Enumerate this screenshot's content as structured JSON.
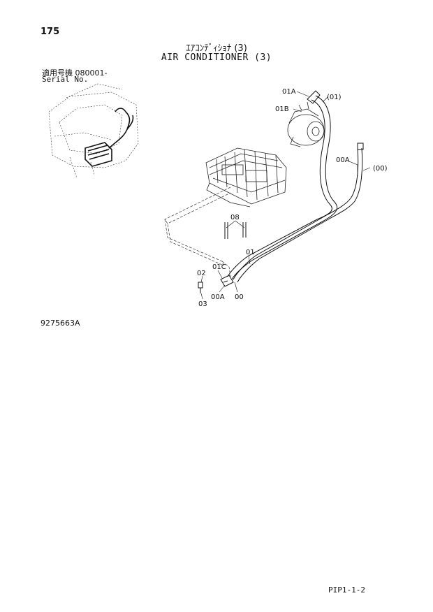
{
  "header": {
    "page_number": "175",
    "title_jp": "ｴｱｺﾝﾃﾞｨｼｮﾅ (3)",
    "title_en": "AIR CONDITIONER (3)",
    "serial_label_jp": "適用号機  080001-",
    "serial_label_en": "Serial No."
  },
  "diagram": {
    "callouts": {
      "p01A": "01A",
      "p01_paren": "(01)",
      "p01B": "01B",
      "p00A_top": "00A",
      "p00_paren": "(00)",
      "p08": "08",
      "p01": "01",
      "p01C": "01C",
      "p02": "02",
      "p03": "03",
      "p00A_bottom": "00A",
      "p00": "00"
    }
  },
  "footer": {
    "drawing_number": "9275663A",
    "page_code": "PIP1-1-2"
  }
}
